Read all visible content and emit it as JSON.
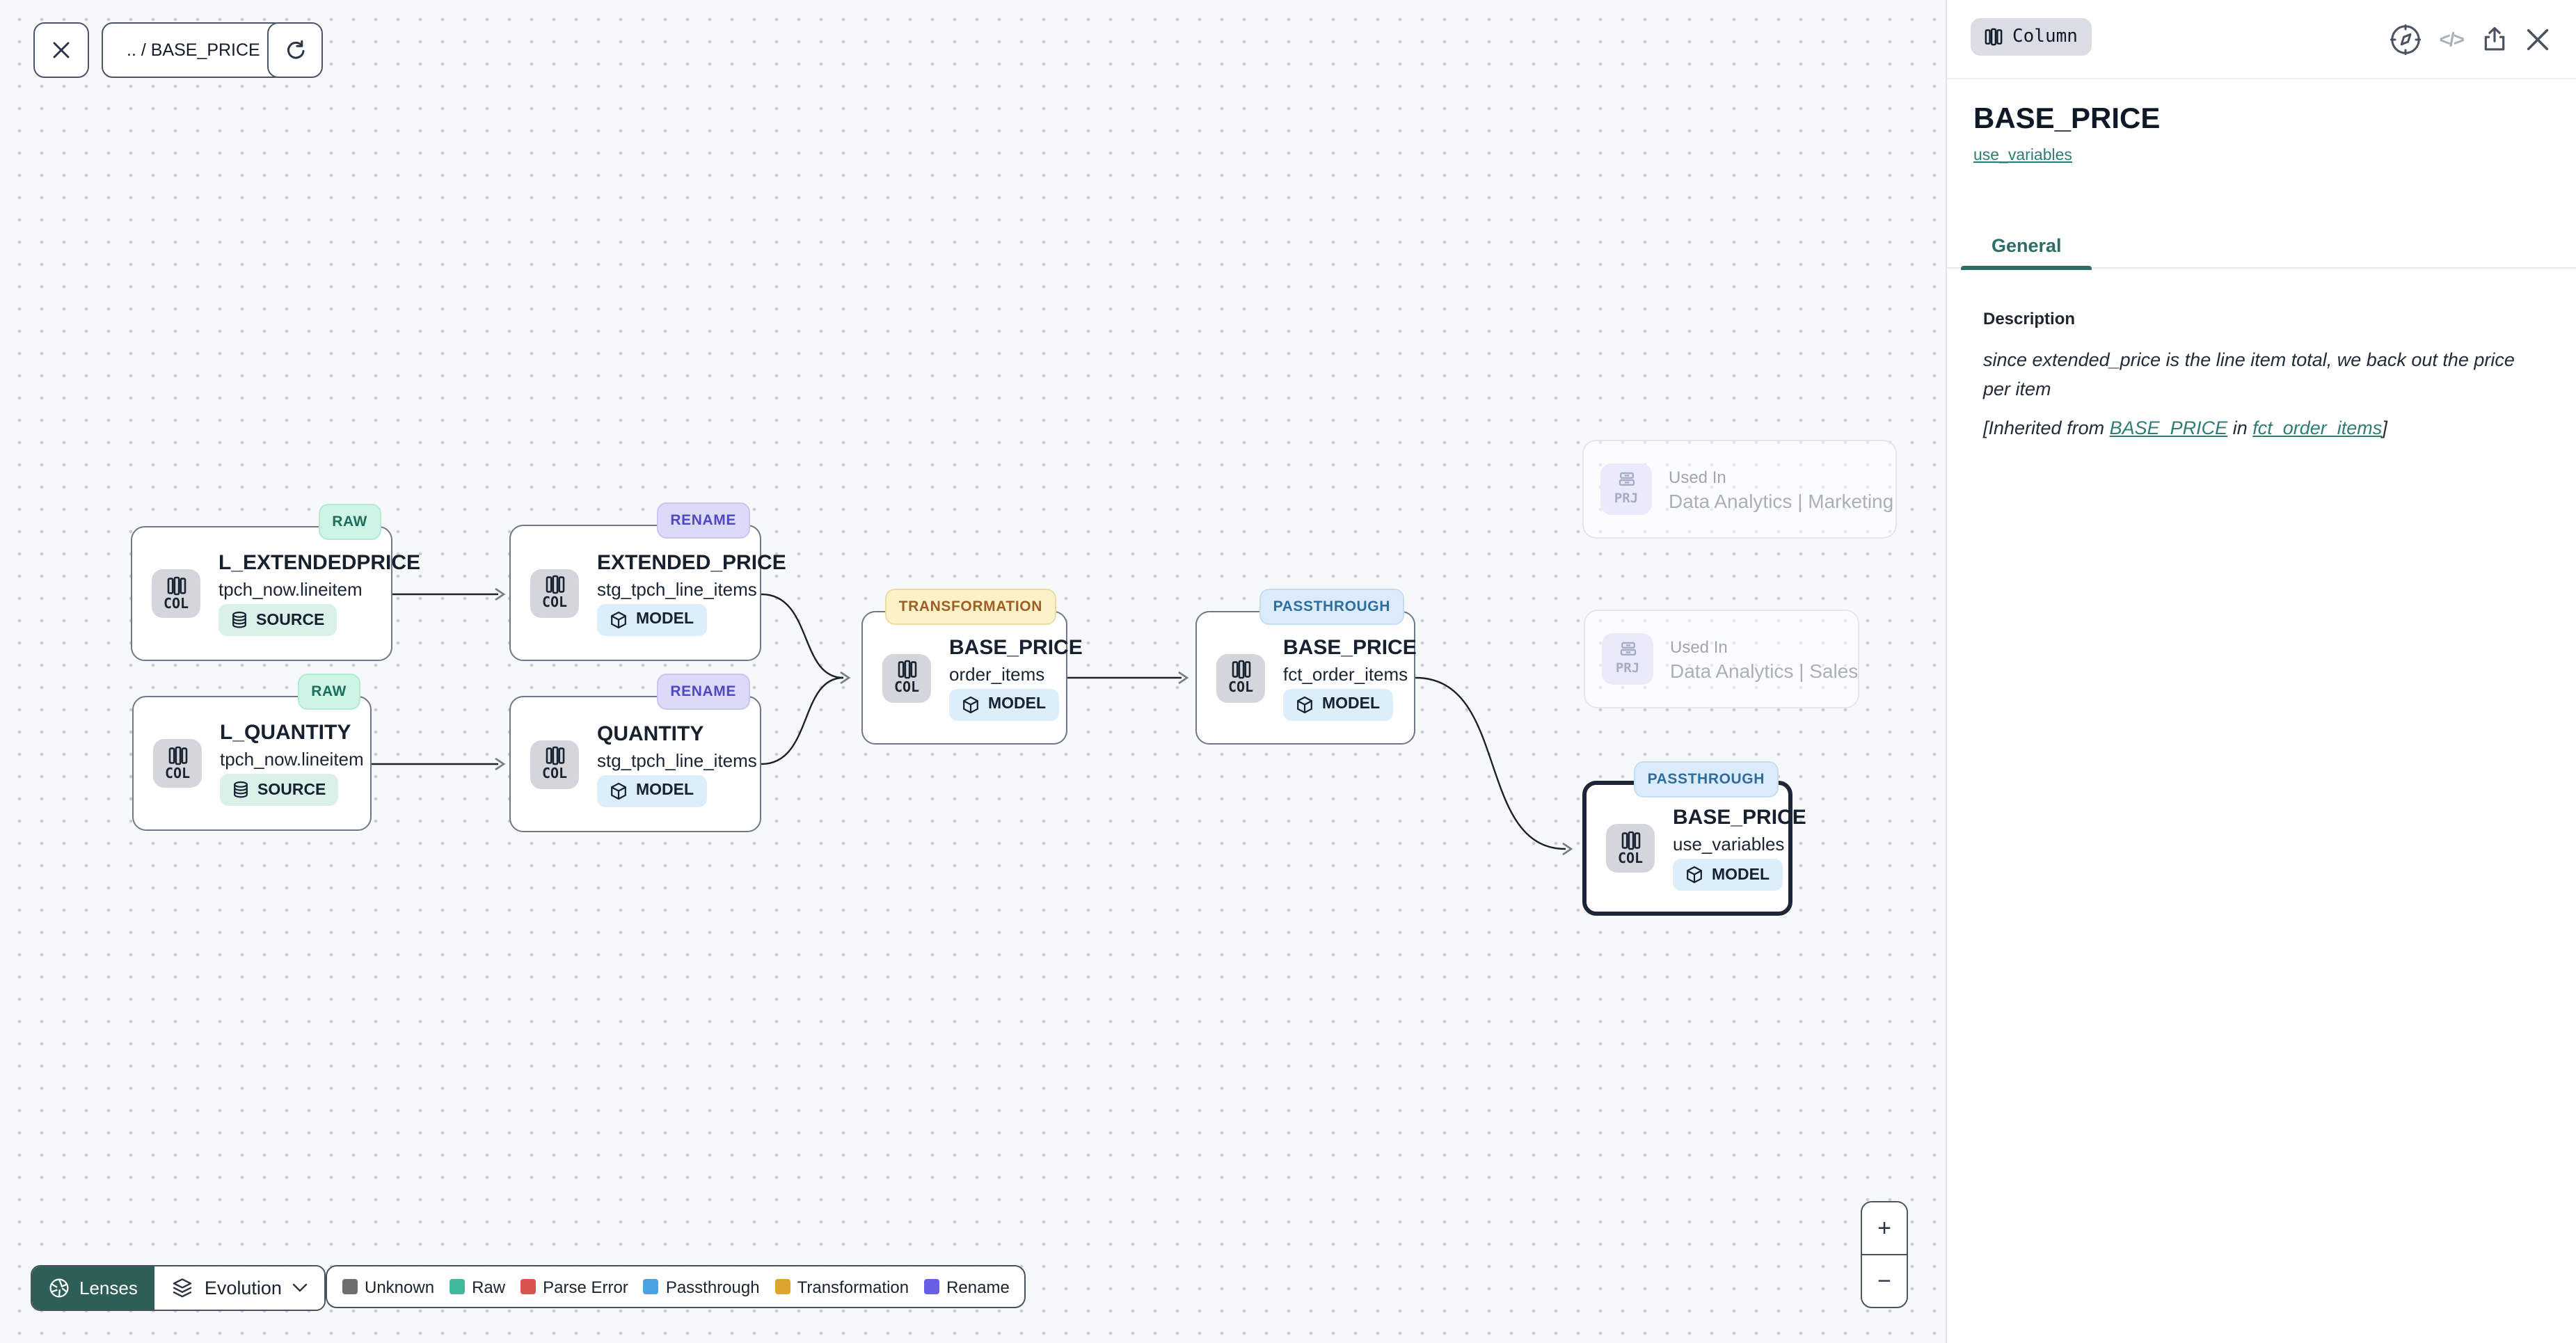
{
  "toolbar": {
    "breadcrumb": ".. / BASE_PRICE"
  },
  "nodes": [
    {
      "badge": "RAW",
      "title": "L_EXTENDEDPRICE",
      "subtitle": "tpch_now.lineitem",
      "pill": "SOURCE",
      "icon_label": "COL"
    },
    {
      "badge": "RAW",
      "title": "L_QUANTITY",
      "subtitle": "tpch_now.lineitem",
      "pill": "SOURCE",
      "icon_label": "COL"
    },
    {
      "badge": "RENAME",
      "title": "EXTENDED_PRICE",
      "subtitle": "stg_tpch_line_items",
      "pill": "MODEL",
      "icon_label": "COL"
    },
    {
      "badge": "RENAME",
      "title": "QUANTITY",
      "subtitle": "stg_tpch_line_items",
      "pill": "MODEL",
      "icon_label": "COL"
    },
    {
      "badge": "TRANSFORMATION",
      "title": "BASE_PRICE",
      "subtitle": "order_items",
      "pill": "MODEL",
      "icon_label": "COL"
    },
    {
      "badge": "PASSTHROUGH",
      "title": "BASE_PRICE",
      "subtitle": "fct_order_items",
      "pill": "MODEL",
      "icon_label": "COL"
    },
    {
      "badge": "PASSTHROUGH",
      "title": "BASE_PRICE",
      "subtitle": "use_variables",
      "pill": "MODEL",
      "icon_label": "COL",
      "selected": true
    }
  ],
  "used_in": [
    {
      "label": "Used In",
      "name": "Data Analytics | Marketing",
      "icon_label": "PRJ"
    },
    {
      "label": "Used In",
      "name": "Data Analytics | Sales",
      "icon_label": "PRJ"
    }
  ],
  "lenses": {
    "label": "Lenses",
    "mode": "Evolution"
  },
  "legend": {
    "items": [
      {
        "label": "Unknown",
        "color": "#6e6e6e"
      },
      {
        "label": "Raw",
        "color": "#41b79c"
      },
      {
        "label": "Parse Error",
        "color": "#d9534f"
      },
      {
        "label": "Passthrough",
        "color": "#4aa3e0"
      },
      {
        "label": "Transformation",
        "color": "#dda52d"
      },
      {
        "label": "Rename",
        "color": "#675fe6"
      }
    ]
  },
  "zoom": {
    "in": "+",
    "out": "−"
  },
  "panel": {
    "type_badge": "Column",
    "title": "BASE_PRICE",
    "link": "use_variables",
    "tab": "General",
    "description": {
      "heading": "Description",
      "text": "since extended_price is the line item total, we back out the price per item",
      "inherited_prefix": "[Inherited from ",
      "link1": "BASE_PRICE",
      "middle": " in ",
      "link2": "fct_order_items",
      "suffix": "]"
    }
  },
  "colors": {
    "accent_teal": "#2b6e67",
    "link_teal": "#2e7d74",
    "badge_raw_bg": "#cdf4e5",
    "badge_rename_bg": "#dbdaf8",
    "badge_transformation_bg": "#fbf2c8",
    "badge_passthrough_bg": "#dcebfa",
    "lenses_bg": "#2e5f56"
  }
}
